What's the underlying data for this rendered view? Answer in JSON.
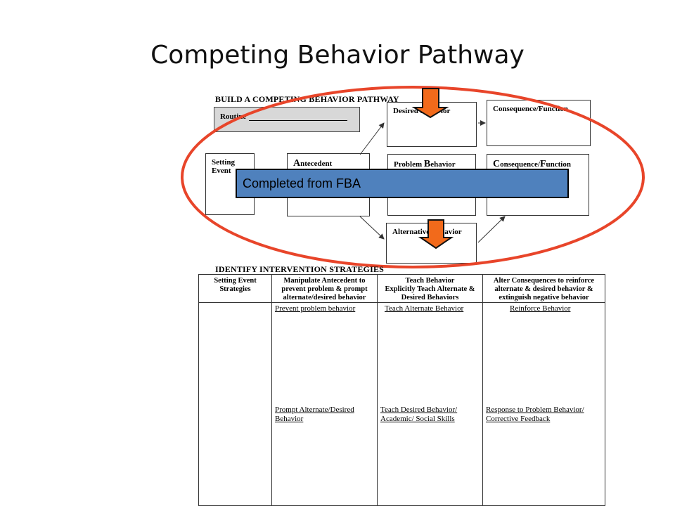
{
  "slide": {
    "title": "Competing Behavior Pathway"
  },
  "pathway": {
    "heading": "BUILD A COMPETING BEHAVIOR PATHWAY",
    "routine_label": "Routine",
    "boxes": {
      "desired_behavior": "Desired Behavior",
      "consequence_function_top": "Consequence/Function",
      "setting_event": "Setting Event",
      "antecedent_first": "A",
      "antecedent_rest": "ntecedent",
      "problem_behavior_a": "Problem ",
      "problem_behavior_b": "B",
      "problem_behavior_c": "ehavior",
      "consequence_function_mid_a": "C",
      "consequence_function_mid_b": "onsequence/",
      "consequence_function_mid_c": "F",
      "consequence_function_mid_d": "unction",
      "alternative_behavior": "Alternative Behavior"
    },
    "overlay_text": "Completed from FBA"
  },
  "strategies": {
    "heading": "IDENTIFY INTERVENTION STRATEGIES",
    "columns": [
      {
        "header_l1": "Setting Event",
        "header_l2": "Strategies",
        "header_l3": "",
        "header_l4": "",
        "item1": "",
        "item2_l1": "",
        "item2_l2": ""
      },
      {
        "header_l1": "Manipulate Antecedent to",
        "header_l2": "prevent problem & prompt",
        "header_l3": "alternate/desired behavior",
        "header_l4": "",
        "item1": "Prevent problem behavior",
        "item2_l1": "Prompt Alternate/Desired",
        "item2_l2": "Behavior"
      },
      {
        "header_l1": "Teach Behavior",
        "header_l2": "Explicitly Teach Alternate &",
        "header_l3": "Desired Behaviors",
        "header_l4": "",
        "item1": "Teach Alternate Behavior",
        "item2_l1": "Teach Desired Behavior/",
        "item2_l2": "Academic/ Social Skills"
      },
      {
        "header_l1": "Alter Consequences to reinforce",
        "header_l2": "alternate & desired behavior &",
        "header_l3": "extinguish negative behavior",
        "header_l4": "",
        "item1": "Reinforce Behavior",
        "item2_l1": "Response to Problem Behavior/",
        "item2_l2": "Corrective Feedback"
      }
    ]
  },
  "colors": {
    "ellipse": "#e8452a",
    "arrow_fill": "#f26a1b",
    "banner": "#4f81bd"
  }
}
